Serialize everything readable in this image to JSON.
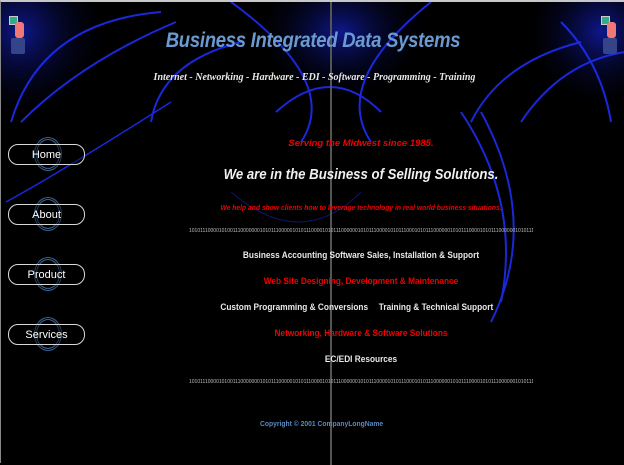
{
  "header": {
    "title": "Business Integrated Data Systems",
    "tagline": "Internet - Networking - Hardware - EDI - Software - Programming - Training"
  },
  "nav": [
    {
      "label": "Home"
    },
    {
      "label": "About"
    },
    {
      "label": "Product"
    },
    {
      "label": "Services"
    }
  ],
  "main": {
    "since": "Serving the Midwest since 1985.",
    "headline": "We are in the Business of Selling Solutions.",
    "subline": "We help and show clients how to leverage technology in real world business situations.",
    "binary": "1010111000010100111000000010101110000010101110000101011100000010101110000101011100010101110000001010111000010101110000001010111000000011100000011",
    "services": {
      "accounting": "Business Accounting Software Sales, Installation & Support",
      "web": "Web Site Designing, Development & Maintenance",
      "custom": "Custom Programming & Conversions",
      "training": "Training & Technical Support",
      "networking": "Networking, Hardware & Software Solutions",
      "edi": "EC/EDI Resources"
    },
    "copyright": "Copyright © 2001 CompanyLongName"
  },
  "colors": {
    "accent": "#6a9ad0",
    "red": "#ee0000",
    "arc": "#1f2fff"
  }
}
